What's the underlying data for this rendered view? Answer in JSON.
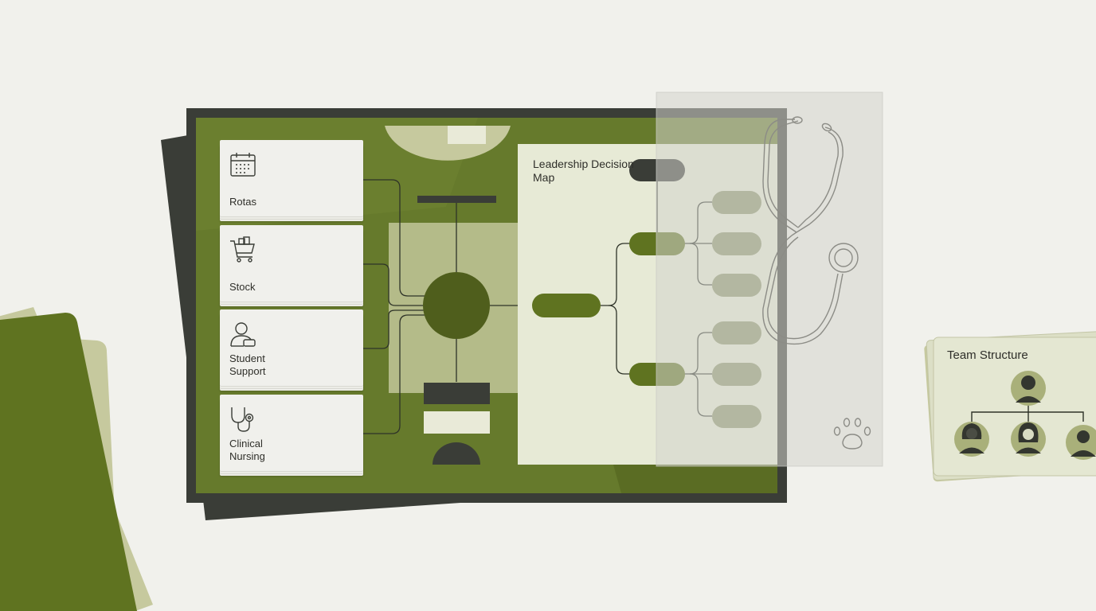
{
  "colors": {
    "background": "#f1f1ec",
    "olive": "#667a2c",
    "olive_dark": "#4f5e1c",
    "charcoal": "#3a3d37",
    "sage": "#c6c99e",
    "card": "#f0f0ec",
    "panel": "#e7ead6"
  },
  "cards": [
    {
      "label": "Rotas",
      "icon": "calendar-icon"
    },
    {
      "label": "Stock",
      "icon": "shopping-cart-icon"
    },
    {
      "label": "Student Support",
      "icon": "user-support-icon"
    },
    {
      "label": "Clinical Nursing",
      "icon": "stethoscope-icon"
    }
  ],
  "decision_map": {
    "title": "Leadership Decision Map"
  },
  "team_card": {
    "title": "Team Structure",
    "members": 4
  },
  "decor": {
    "overlay_icons": [
      "stethoscope-icon",
      "paw-print-icon"
    ]
  }
}
